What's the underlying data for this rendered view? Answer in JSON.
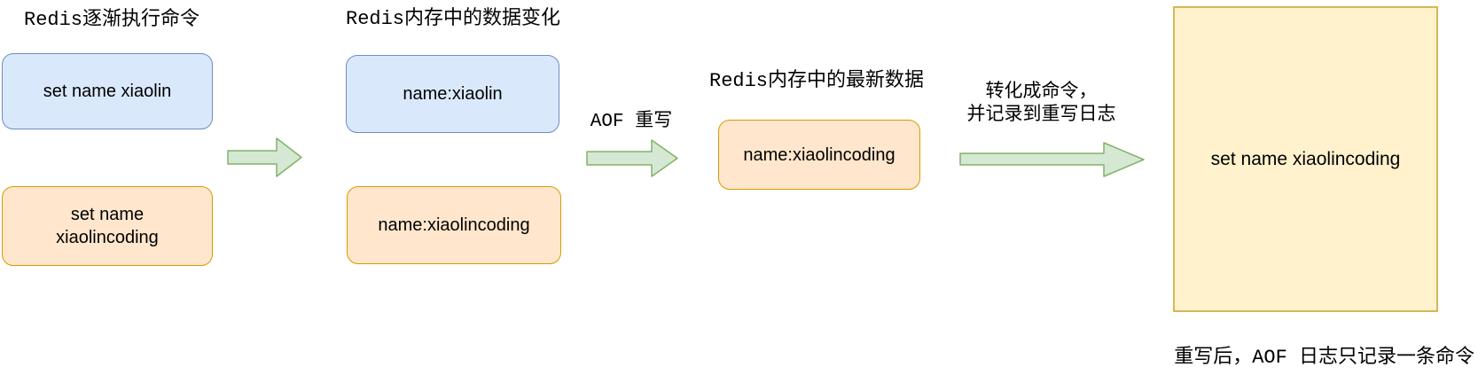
{
  "diagram": {
    "stage1": {
      "title": "Redis逐渐执行命令",
      "boxes": [
        {
          "text": "set name xiaolin",
          "style": "blue"
        },
        {
          "text": "set name xiaolincoding",
          "style": "orange"
        }
      ]
    },
    "stage2": {
      "title": "Redis内存中的数据变化",
      "boxes": [
        {
          "text": "name:xiaolin",
          "style": "blue"
        },
        {
          "text": "name:xiaolincoding",
          "style": "orange"
        }
      ]
    },
    "stage3": {
      "title": "Redis内存中的最新数据",
      "boxes": [
        {
          "text": "name:xiaolincoding",
          "style": "orange"
        }
      ]
    },
    "stage4": {
      "box": {
        "text": "set name xiaolincoding",
        "style": "yellow"
      }
    },
    "arrows": {
      "aof_rewrite_label": "AOF 重写",
      "convert_label_line1": "转化成命令，",
      "convert_label_line2": "并记录到重写日志"
    },
    "caption": "重写后，AOF 日志只记录一条命令"
  },
  "colors": {
    "blue_fill": "#dae8fc",
    "blue_border": "#6c8ebf",
    "orange_fill": "#ffe6cc",
    "orange_border": "#d79b00",
    "yellow_fill": "#fff2cc",
    "yellow_border": "#d6b656",
    "arrow_fill": "#d5e8d4",
    "arrow_border": "#82b366",
    "text": "#000000",
    "background": "#ffffff"
  }
}
